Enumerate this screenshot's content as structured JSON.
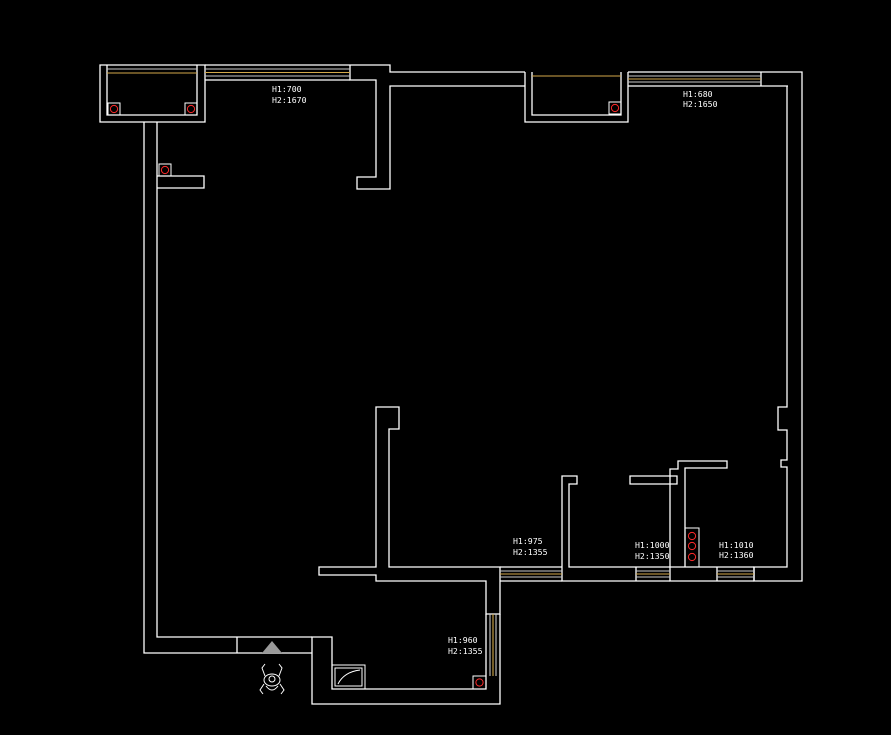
{
  "colors": {
    "background": "#000000",
    "wall": "#ffffff",
    "window_glass_1": "#d4a94a",
    "window_glass_2": "#c8c8c8",
    "pipe": "#ff2a2a",
    "door_arrow": "#9a9a9a"
  },
  "windows": [
    {
      "id": "top-left-window",
      "h1": "H1:700",
      "h2": "H2:1670"
    },
    {
      "id": "top-right-window",
      "h1": "H1:680",
      "h2": "H2:1650"
    },
    {
      "id": "bottom-middle-window",
      "h1": "H1:975",
      "h2": "H2:1355"
    },
    {
      "id": "bottom-right-window-a",
      "h1": "H1:1000",
      "h2": "H2:1350"
    },
    {
      "id": "bottom-right-window-b",
      "h1": "H1:1010",
      "h2": "H2:1360"
    },
    {
      "id": "bottom-vertical-window",
      "h1": "H1:960",
      "h2": "H2:1355"
    }
  ],
  "icons": {
    "entry": "entry-arrow-icon",
    "person": "person-figure-icon",
    "pipe": "pipe-circle-icon",
    "sink": "sink-fixture-icon"
  }
}
